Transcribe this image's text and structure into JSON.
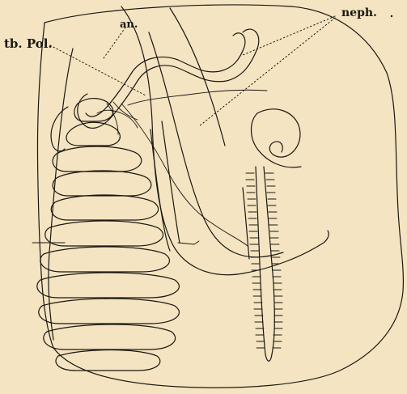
{
  "labels": {
    "an": "an.",
    "tb_pol": "tb. Pol.",
    "neph": "neph."
  },
  "colors": {
    "paper": "#f4e4c1",
    "ink": "#1a1712"
  }
}
